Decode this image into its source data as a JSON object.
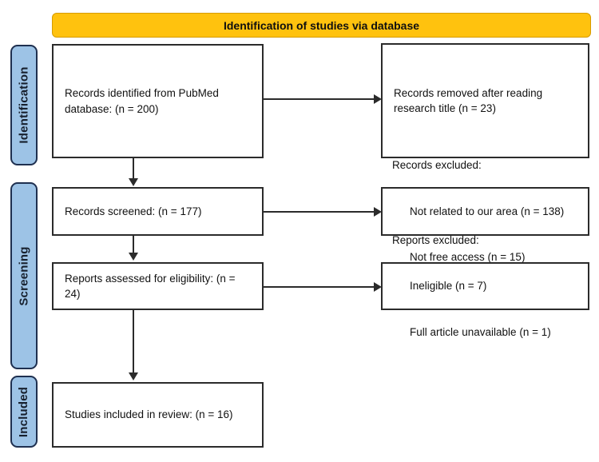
{
  "header": {
    "title": "Identification of studies via database",
    "background_color": "#ffc20e"
  },
  "phases": {
    "identification": "Identification",
    "screening": "Screening",
    "included": "Included",
    "background_color": "#9dc3e6",
    "border_color": "#1f3050"
  },
  "boxes": {
    "identified": "Records identified from PubMed\ndatabase: (n = 200)",
    "removed": "Records removed after reading\nresearch title (n = 23)",
    "screened": "Records screened: (n = 177)",
    "records_excluded_title": "Records excluded:",
    "records_excluded_item1": "Not related to our area (n = 138)",
    "records_excluded_item2": "Not free access (n = 15)",
    "eligible": "Reports assessed for eligibility: (n = 24)",
    "reports_excluded_title": "Reports excluded:",
    "reports_excluded_item1": "Ineligible (n = 7)",
    "reports_excluded_item2": "Full article unavailable (n = 1)",
    "included": "Studies included in review: (n = 16)"
  },
  "counts": {
    "identified": 200,
    "removed_after_title": 23,
    "screened": 177,
    "excluded_not_related": 138,
    "excluded_not_free_access": 15,
    "assessed_for_eligibility": 24,
    "excluded_ineligible": 7,
    "excluded_full_article_unavailable": 1,
    "included_in_review": 16
  }
}
